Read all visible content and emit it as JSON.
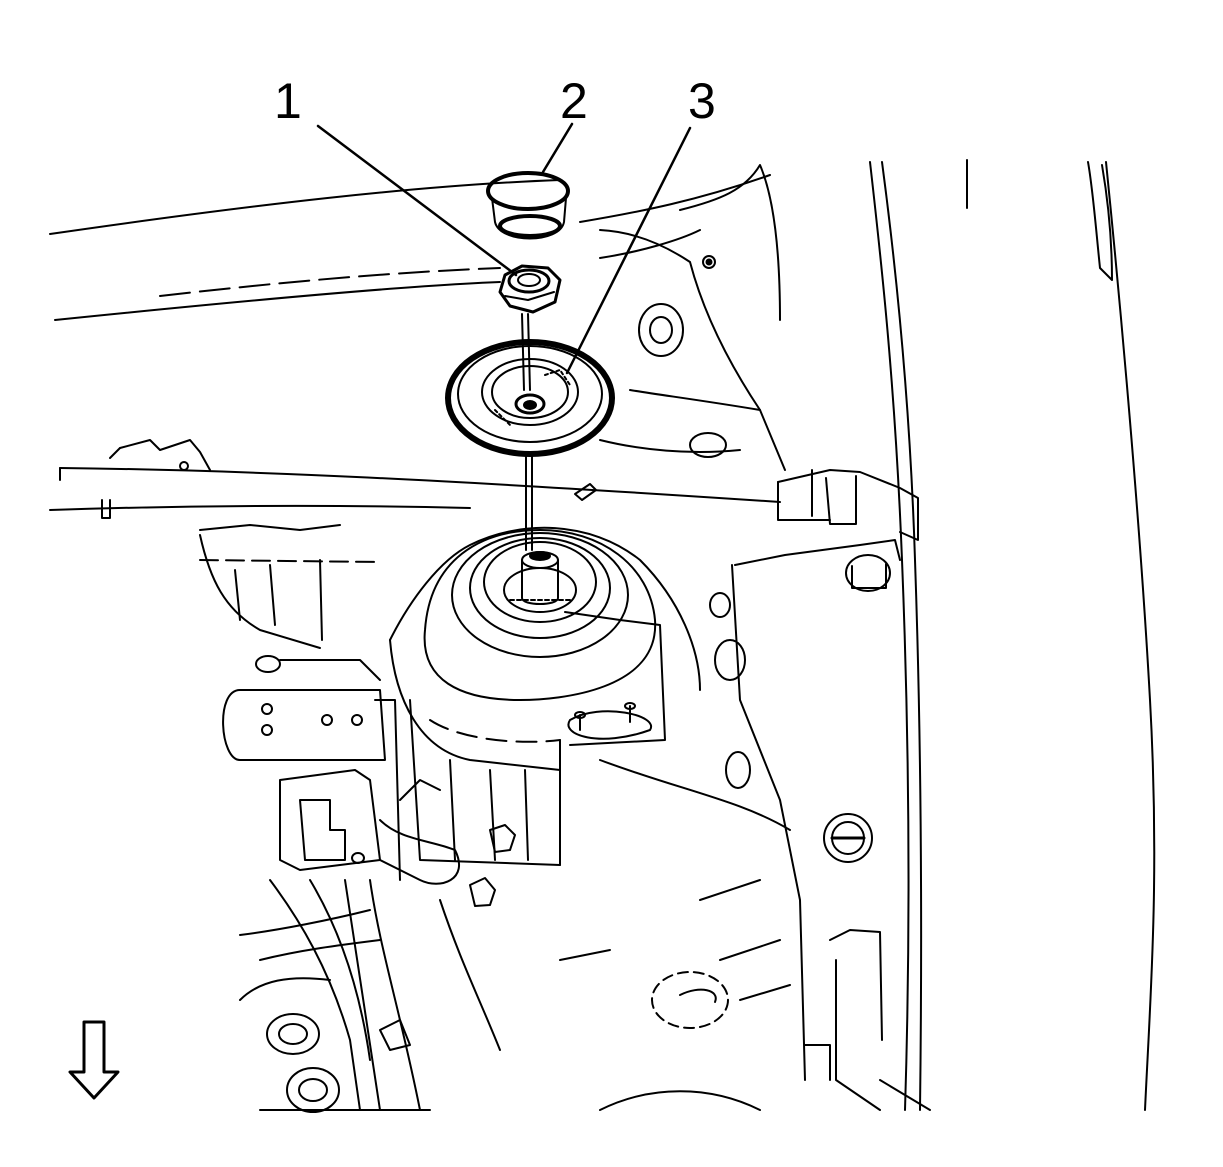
{
  "diagram": {
    "callouts": [
      {
        "id": "1",
        "label": "1",
        "part": "nut"
      },
      {
        "id": "2",
        "label": "2",
        "part": "cap"
      },
      {
        "id": "3",
        "label": "3",
        "part": "insulator"
      }
    ],
    "direction_arrow": {
      "icon": "arrow-down-icon"
    },
    "line_color": "#000000",
    "background_color": "#ffffff"
  }
}
